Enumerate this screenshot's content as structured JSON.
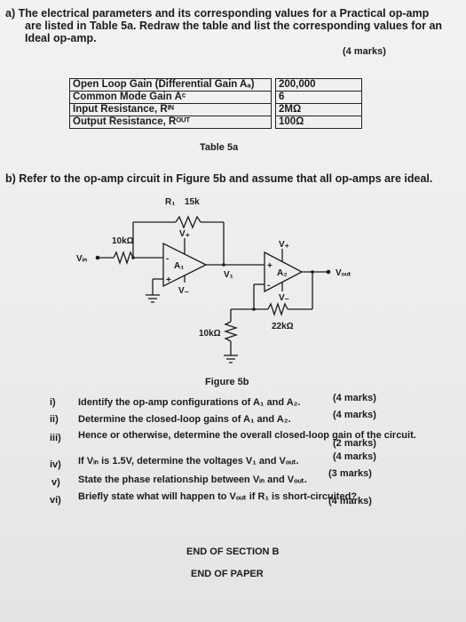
{
  "question_a": {
    "line1": "a) The electrical parameters and its corresponding values for a Practical op-amp",
    "line2": "are listed in Table 5a. Redraw the table and list the corresponding values for an",
    "line3": "Ideal op-amp.",
    "marks": "(4 marks)"
  },
  "table_5a": {
    "rows": [
      {
        "param": "Open Loop Gain (Differential Gain Aₐ)",
        "value": "200,000"
      },
      {
        "param": "Common Mode Gain Aᶜ",
        "value": "6"
      },
      {
        "param": "Input Resistance, Rᴵᴺ",
        "value": "2MΩ"
      },
      {
        "param": "Output Resistance, Rᴼᵁᵀ",
        "value": "100Ω"
      }
    ],
    "caption": "Table 5a"
  },
  "question_b": {
    "text": "b) Refer to the op-amp circuit in Figure 5b and assume that all op-amps are ideal."
  },
  "figure_5b": {
    "r1_label": "R₁",
    "r1_value": "15k",
    "rin_value": "10kΩ",
    "vin": "Vᵢₙ",
    "vplus_1": "V₊",
    "vminus_1": "V₋",
    "a1": "A₁",
    "v1": "V₁",
    "vplus_2": "V₊",
    "vminus_2": "V₋",
    "a2": "A₂",
    "vout": "Vₒᵤₜ",
    "r_ground": "10kΩ",
    "r_feedback": "22kΩ",
    "minus": "-",
    "plus": "+",
    "caption": "Figure 5b"
  },
  "sub_questions": [
    {
      "num": "i)",
      "text": "Identify the op-amp configurations of A₁ and A₂.",
      "marks": "(4 marks)"
    },
    {
      "num": "ii)",
      "text": "Determine the closed-loop gains of A₁ and A₂.",
      "marks": "(4 marks)"
    },
    {
      "num": "iii)",
      "text": "Hence or otherwise, determine the overall closed-loop gain of the circuit.",
      "marks": "(2 marks)"
    },
    {
      "num": "iv)",
      "text": "If Vᵢₙ is 1.5V, determine the voltages V₁ and Vₒᵤₜ.",
      "marks": "(4 marks)"
    },
    {
      "num": "v)",
      "text": "State the phase relationship between Vᵢₙ and Vₒᵤₜ.",
      "marks": "(3 marks)"
    },
    {
      "num": "vi)",
      "text": "Briefly state what will happen to Vₒᵤₜ if R₁ is short-circuited?",
      "marks": "(4 marks)"
    }
  ],
  "footer": {
    "end_section": "END OF SECTION B",
    "end_paper": "END OF PAPER"
  }
}
